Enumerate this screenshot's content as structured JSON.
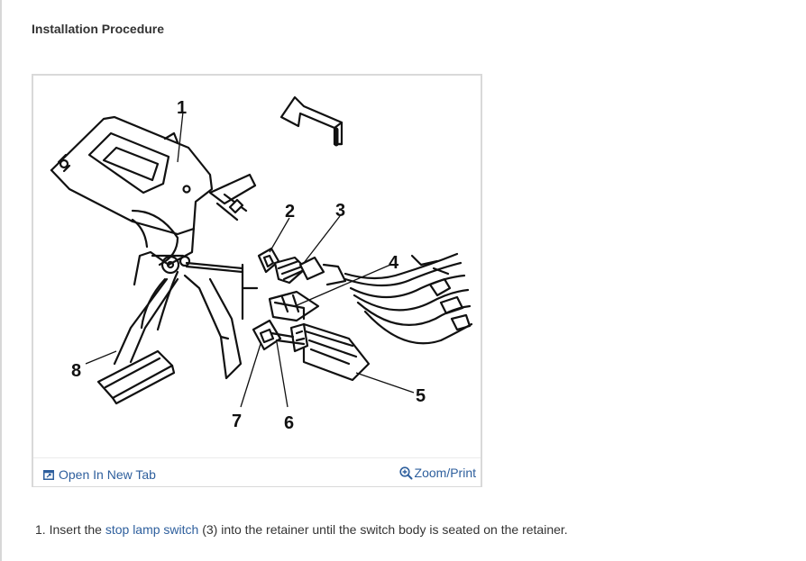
{
  "section": {
    "heading": "Installation Procedure"
  },
  "figure": {
    "callouts": [
      "1",
      "2",
      "3",
      "4",
      "5",
      "6",
      "7",
      "8"
    ],
    "open_new_tab_label": "Open In New Tab",
    "zoom_print_label": "Zoom/Print",
    "open_icon": "open-external-icon",
    "zoom_icon": "zoom-in-icon"
  },
  "steps": [
    {
      "number": "1.",
      "before": "Insert the",
      "link": "stop lamp switch",
      "after": "(3) into the retainer until the switch body is seated on the retainer."
    }
  ],
  "colors": {
    "link": "#2e5f9d",
    "text": "#333333",
    "frame_border": "#d9d9d9"
  }
}
